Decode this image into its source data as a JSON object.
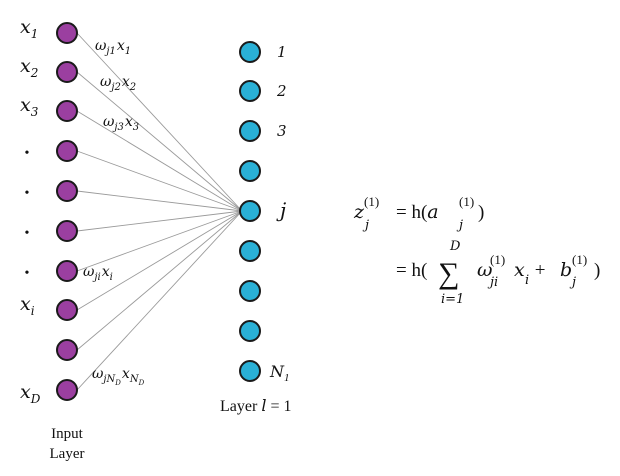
{
  "input_layer": {
    "label_line1": "Input",
    "label_line2": "Layer",
    "node_color": "#9b3fa0",
    "node_labels": [
      {
        "base": "x",
        "sub": "1"
      },
      {
        "base": "x",
        "sub": "2"
      },
      {
        "base": "x",
        "sub": "3"
      },
      {
        "base": "•",
        "sub": ""
      },
      {
        "base": "•",
        "sub": ""
      },
      {
        "base": "•",
        "sub": ""
      },
      {
        "base": "•",
        "sub": ""
      },
      {
        "base": "x",
        "sub": "i"
      },
      {
        "base": "",
        "sub": ""
      },
      {
        "base": "x",
        "sub": "D"
      }
    ]
  },
  "hidden_layer": {
    "label_prefix": "Layer ",
    "label_var": "l",
    "label_suffix": " = 1",
    "node_color": "#2ab0d6",
    "node_labels": [
      "1",
      "2",
      "3",
      "",
      "j",
      "",
      "",
      "",
      "N"
    ],
    "last_label_sub": "1"
  },
  "weight_labels": [
    {
      "w": "ω",
      "wsub": "j1",
      "x": "x",
      "xsub": "1"
    },
    {
      "w": "ω",
      "wsub": "j2",
      "x": "x",
      "xsub": "2"
    },
    {
      "w": "ω",
      "wsub": "j3",
      "x": "x",
      "xsub": "3"
    },
    {
      "w": "ω",
      "wsub": "ji",
      "x": "x",
      "xsub": "i"
    },
    {
      "w": "ω",
      "wsub": "jN",
      "wsubsub": "D",
      "x": "x",
      "xsub": "N",
      "xsubsub": "D"
    }
  ],
  "equation": {
    "line1_lhs": "z",
    "line1_lhs_sub": "j",
    "line1_lhs_sup": "(1)",
    "line1_rhs_pre": "= h(",
    "line1_rhs_a": "a",
    "line1_rhs_a_sub": "j",
    "line1_rhs_a_sup": "(1)",
    "line1_rhs_close": ")",
    "line2_pre": "= h(",
    "sum_symbol": "∑",
    "sum_upper": "D",
    "sum_lower": "i=1",
    "line2_w": "ω",
    "line2_w_sub": "ji",
    "line2_w_sup": "(1)",
    "line2_x": "x",
    "line2_x_sub": "i",
    "line2_plus": " + ",
    "line2_b": "b",
    "line2_b_sub": "j",
    "line2_b_sup": "(1)",
    "line2_close": ")"
  }
}
